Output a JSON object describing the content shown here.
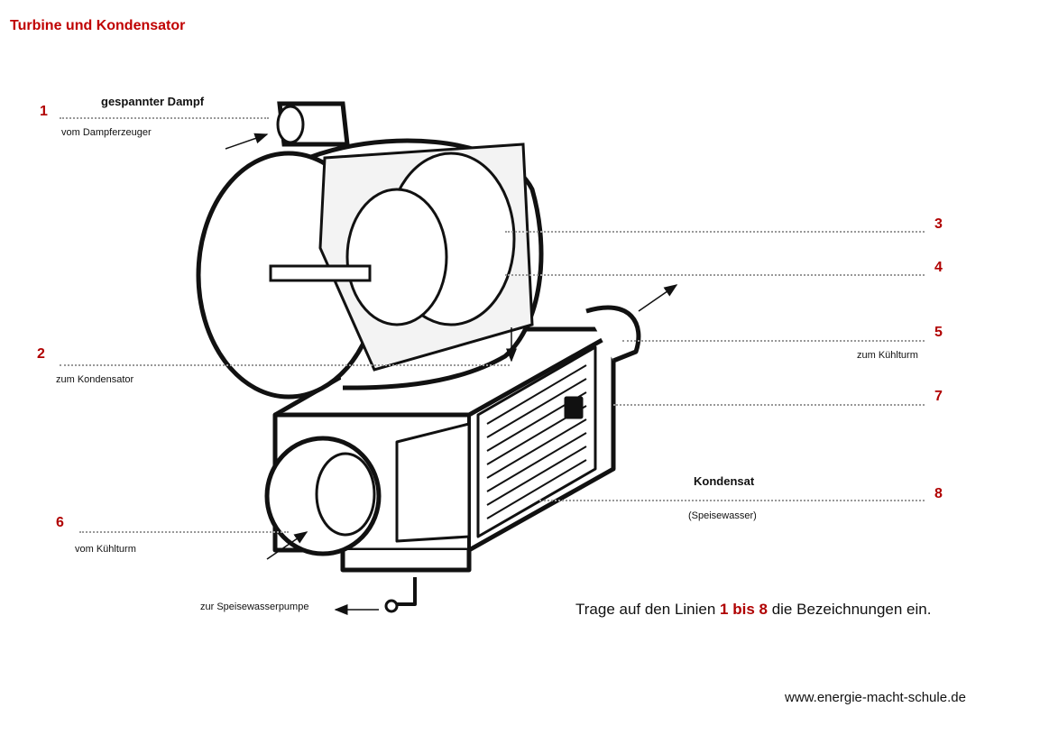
{
  "title": "Turbine und Kondensator",
  "labels": {
    "l1": {
      "number": "1",
      "top": "gespannter Dampf",
      "bottom": "vom Dampferzeuger"
    },
    "l2": {
      "number": "2",
      "bottom": "zum Kondensator"
    },
    "l3": {
      "number": "3"
    },
    "l4": {
      "number": "4"
    },
    "l5": {
      "number": "5",
      "bottom": "zum Kühlturm"
    },
    "l6": {
      "number": "6",
      "bottom": "vom Kühlturm"
    },
    "l7": {
      "number": "7"
    },
    "l8": {
      "number": "8",
      "top": "Kondensat",
      "bottom": "(Speisewasser)"
    },
    "pump": "zur Speisewasserpumpe"
  },
  "instruction": {
    "pre": "Trage auf den Linien ",
    "highlight": "1 bis 8",
    "post": " die Bezeichnungen ein."
  },
  "footer": {
    "url": "www.energie-macht-schule.de"
  },
  "colors": {
    "accent": "#b00000"
  }
}
